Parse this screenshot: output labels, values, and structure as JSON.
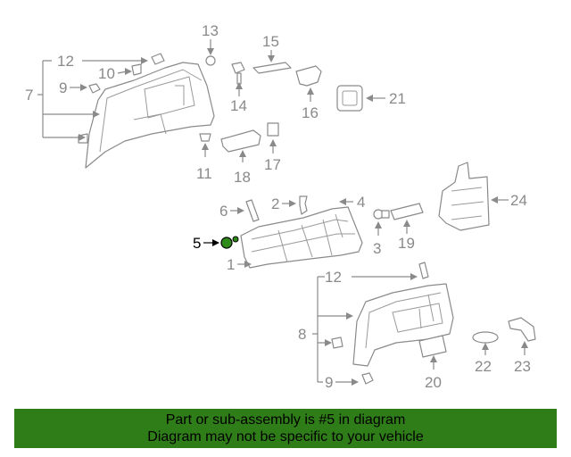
{
  "diagram": {
    "callouts": [
      "1",
      "2",
      "3",
      "4",
      "5",
      "6",
      "7",
      "8",
      "9",
      "9",
      "10",
      "11",
      "12",
      "12",
      "13",
      "14",
      "15",
      "16",
      "17",
      "18",
      "19",
      "20",
      "21",
      "22",
      "23",
      "24"
    ],
    "highlighted": "5",
    "highlight_color": "#2f8a1a"
  },
  "banner": {
    "line1": "Part or sub-assembly is #5 in diagram",
    "line2": "Diagram may not be specific to your vehicle",
    "background": "#2f7d18"
  }
}
